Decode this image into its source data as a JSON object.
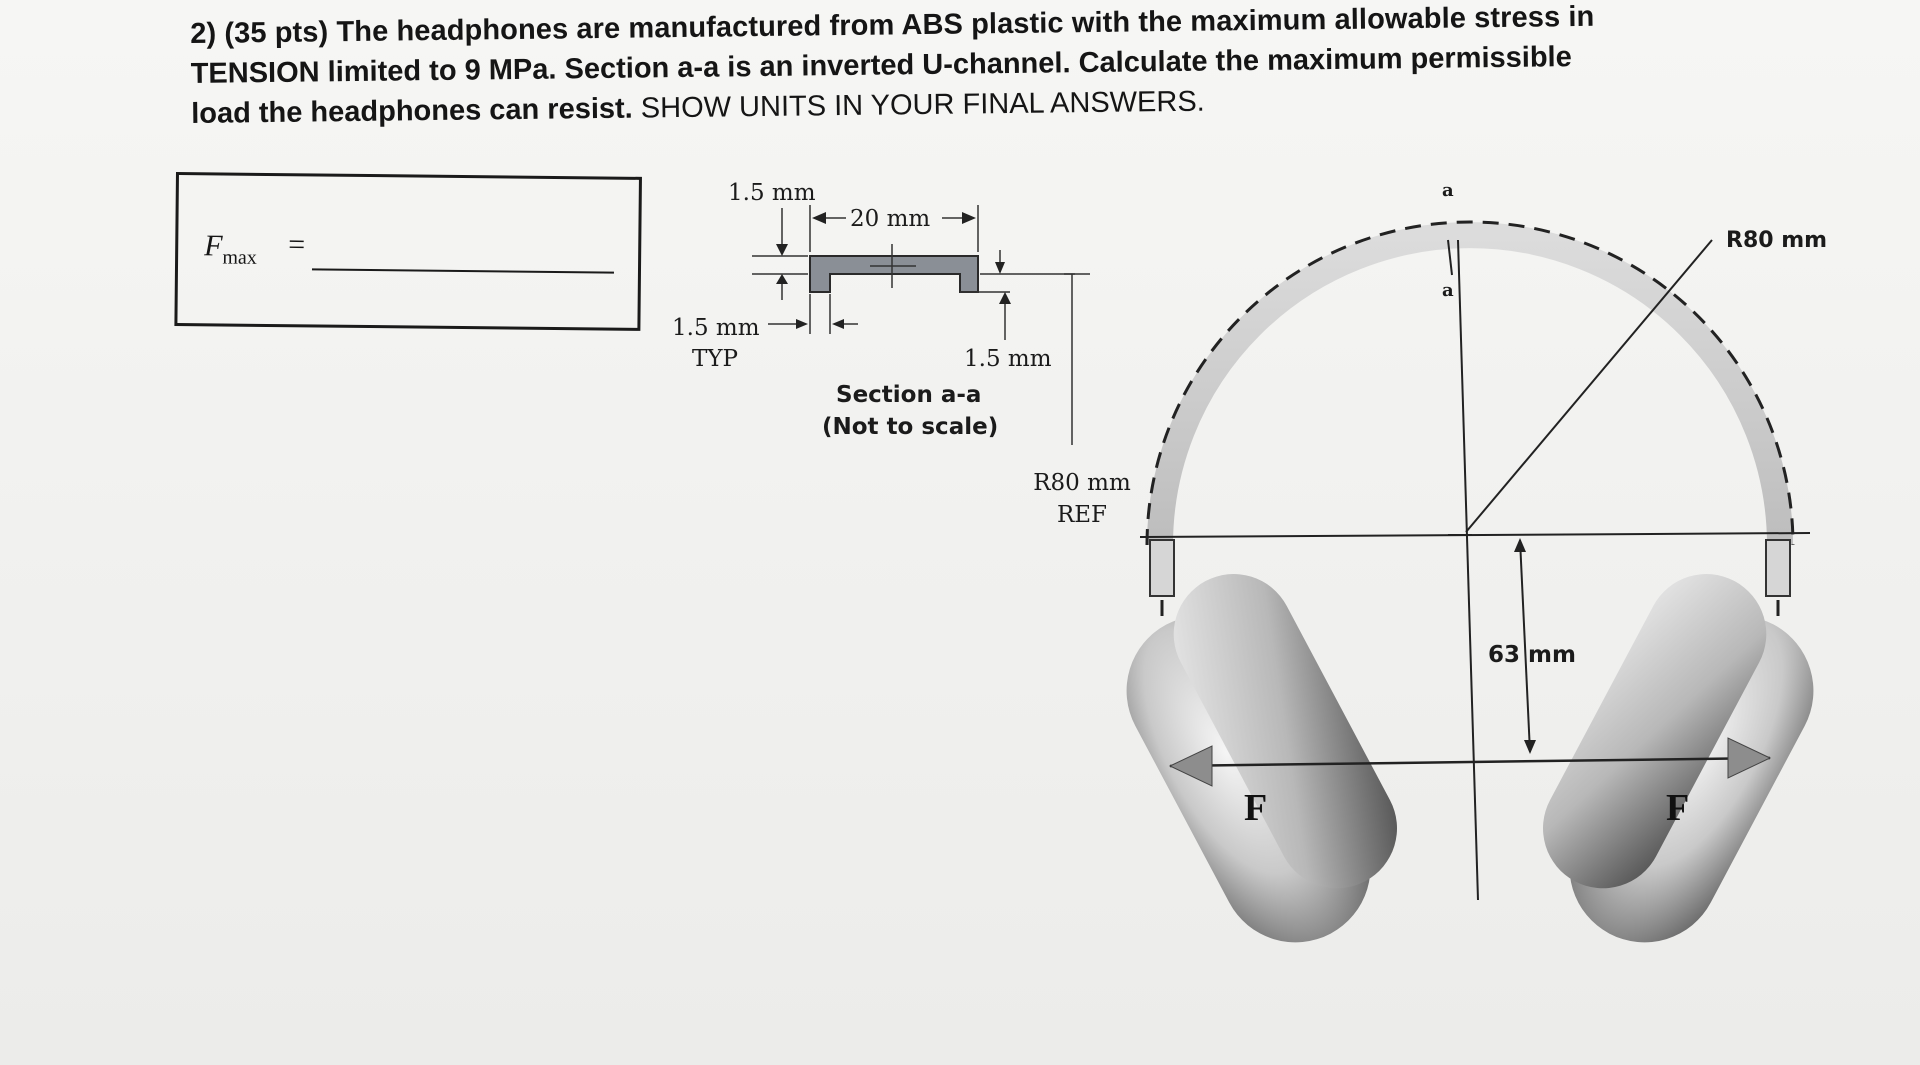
{
  "problem": {
    "line1": "2) (35 pts) The headphones are manufactured from ABS plastic with the maximum allowable stress in",
    "line2": "TENSION limited to 9 MPa.  Section a-a is an inverted U-channel.  Calculate the maximum permissible",
    "line3a": "load the headphones can resist.",
    "line3b": "SHOW UNITS IN YOUR FINAL ANSWERS."
  },
  "answer": {
    "symbol": "F",
    "subscript": "max",
    "equals": "="
  },
  "section": {
    "top_thickness": "1.5 mm",
    "width": "20 mm",
    "wall_thickness": "1.5 mm",
    "wall_note": "TYP",
    "leg_height": "1.5 mm",
    "caption": "Section a-a",
    "caption_note": "(Not to scale)"
  },
  "headphones": {
    "ref_radius": "R80 mm",
    "ref_note": "REF",
    "radius": "R80 mm",
    "section_mark_top": "a",
    "section_mark_bottom": "a",
    "offset": "63 mm",
    "force_left": "F",
    "force_right": "F"
  }
}
